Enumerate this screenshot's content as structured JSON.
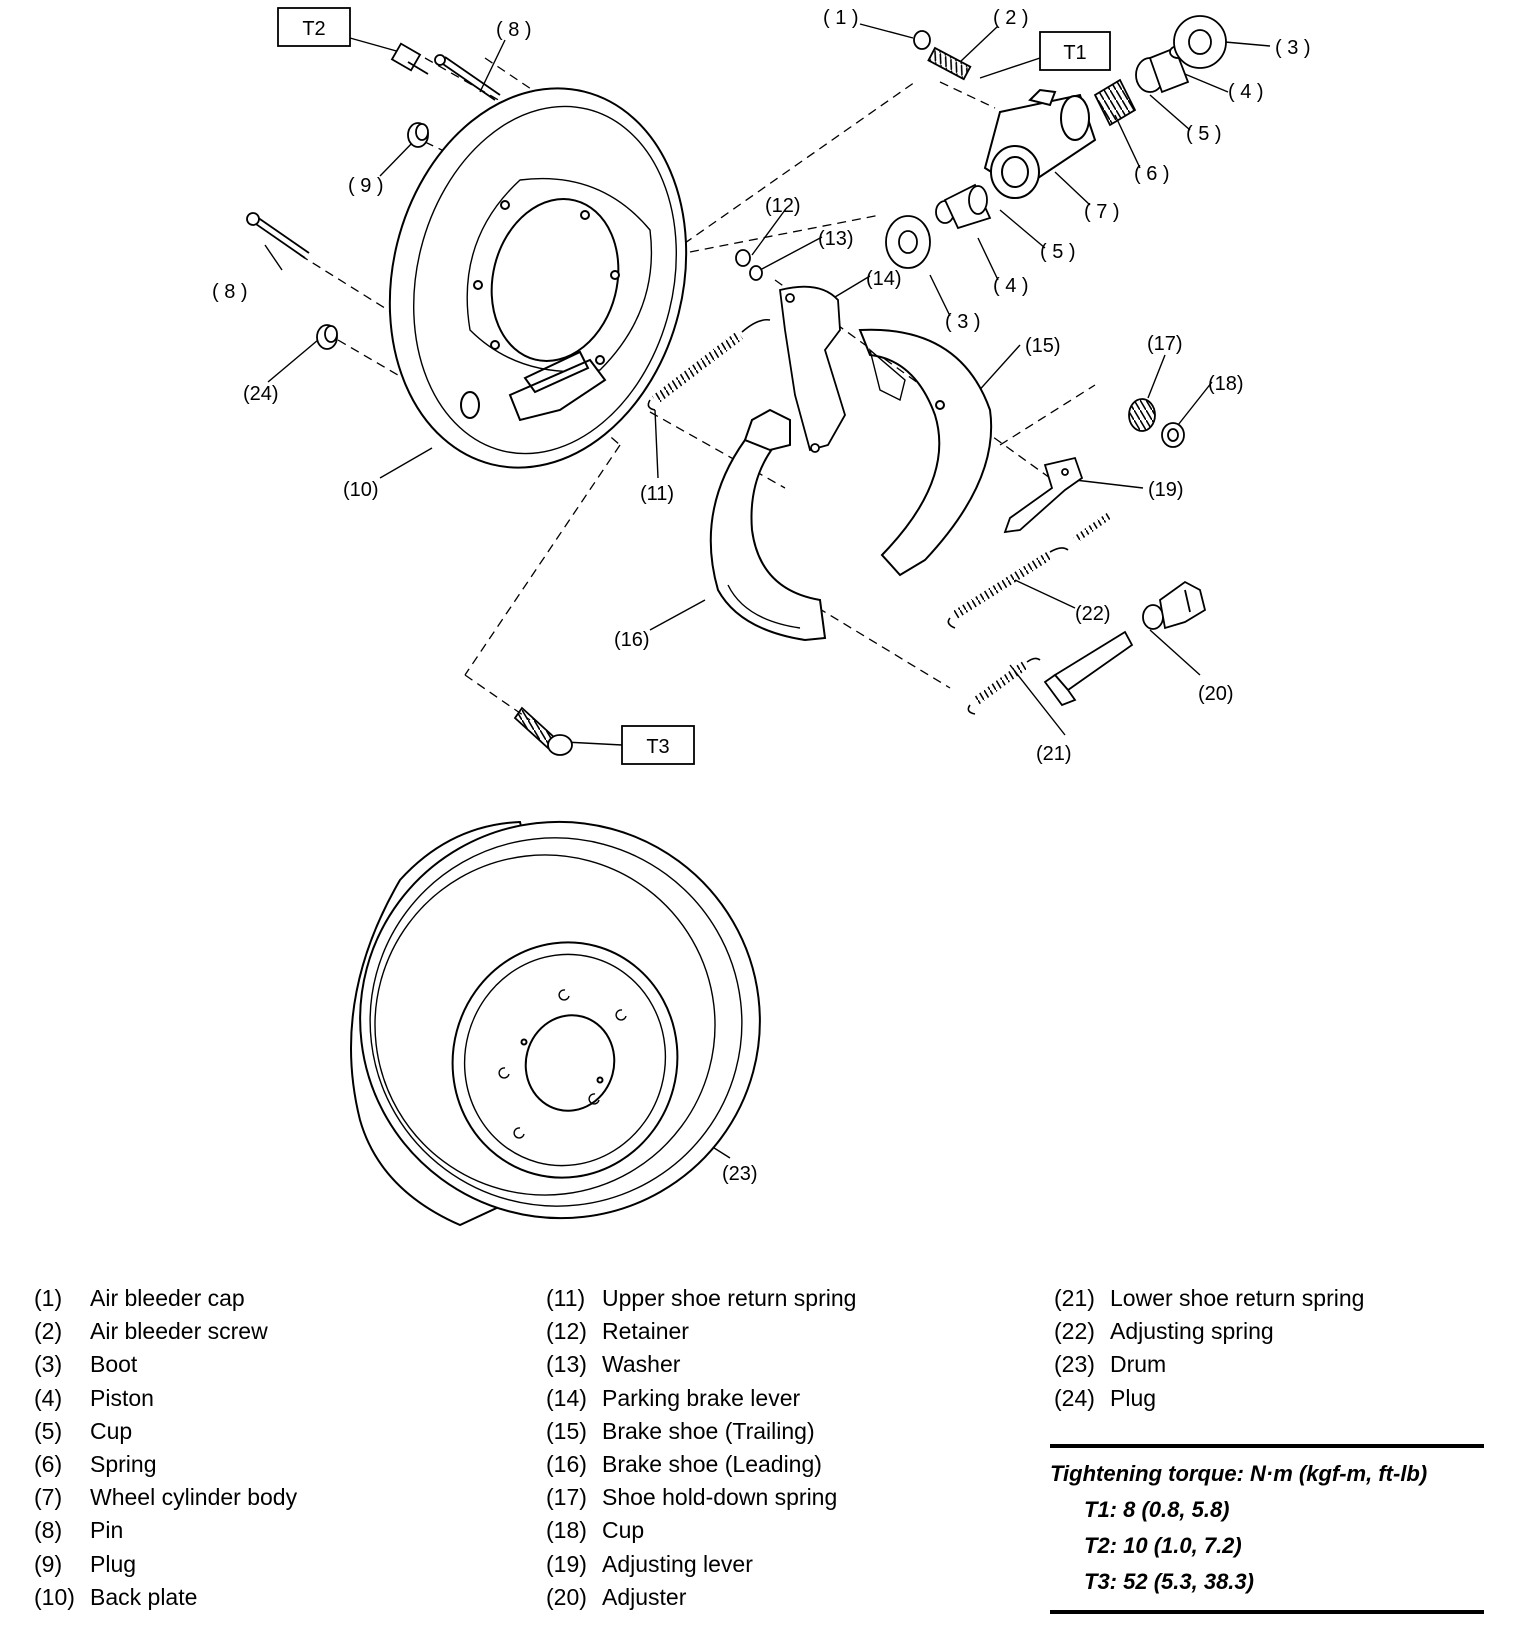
{
  "callouts": {
    "c1": "( 1 )",
    "c2": "( 2 )",
    "c3a": "( 3 )",
    "c3b": "( 3 )",
    "c4a": "( 4 )",
    "c4b": "( 4 )",
    "c5a": "( 5 )",
    "c5b": "( 5 )",
    "c6": "( 6 )",
    "c7": "( 7 )",
    "c8a": "( 8 )",
    "c8b": "( 8 )",
    "c9": "( 9 )",
    "c10": "(10)",
    "c11": "(11)",
    "c12": "(12)",
    "c13": "(13)",
    "c14": "(14)",
    "c15": "(15)",
    "c16": "(16)",
    "c17": "(17)",
    "c18": "(18)",
    "c19": "(19)",
    "c20": "(20)",
    "c21": "(21)",
    "c22": "(22)",
    "c23": "(23)",
    "c24": "(24)",
    "t1": "T1",
    "t2": "T2",
    "t3": "T3"
  },
  "legend": {
    "col1": [
      {
        "num": "(1)",
        "label": "Air bleeder cap"
      },
      {
        "num": "(2)",
        "label": "Air bleeder screw"
      },
      {
        "num": "(3)",
        "label": "Boot"
      },
      {
        "num": "(4)",
        "label": "Piston"
      },
      {
        "num": "(5)",
        "label": "Cup"
      },
      {
        "num": "(6)",
        "label": "Spring"
      },
      {
        "num": "(7)",
        "label": "Wheel cylinder body"
      },
      {
        "num": "(8)",
        "label": "Pin"
      },
      {
        "num": "(9)",
        "label": "Plug"
      },
      {
        "num": "(10)",
        "label": "Back plate"
      }
    ],
    "col2": [
      {
        "num": "(11)",
        "label": "Upper shoe return spring"
      },
      {
        "num": "(12)",
        "label": "Retainer"
      },
      {
        "num": "(13)",
        "label": "Washer"
      },
      {
        "num": "(14)",
        "label": "Parking brake lever"
      },
      {
        "num": "(15)",
        "label": "Brake shoe (Trailing)"
      },
      {
        "num": "(16)",
        "label": "Brake shoe (Leading)"
      },
      {
        "num": "(17)",
        "label": "Shoe hold-down spring"
      },
      {
        "num": "(18)",
        "label": "Cup"
      },
      {
        "num": "(19)",
        "label": "Adjusting lever"
      },
      {
        "num": "(20)",
        "label": "Adjuster"
      }
    ],
    "col3": [
      {
        "num": "(21)",
        "label": "Lower shoe return spring"
      },
      {
        "num": "(22)",
        "label": "Adjusting spring"
      },
      {
        "num": "(23)",
        "label": "Drum"
      },
      {
        "num": "(24)",
        "label": "Plug"
      }
    ]
  },
  "torque": {
    "heading": "Tightening torque: N·m (kgf-m, ft-lb)",
    "rows": [
      "T1: 8 (0.8, 5.8)",
      "T2: 10 (1.0, 7.2)",
      "T3: 52 (5.3, 38.3)"
    ]
  }
}
